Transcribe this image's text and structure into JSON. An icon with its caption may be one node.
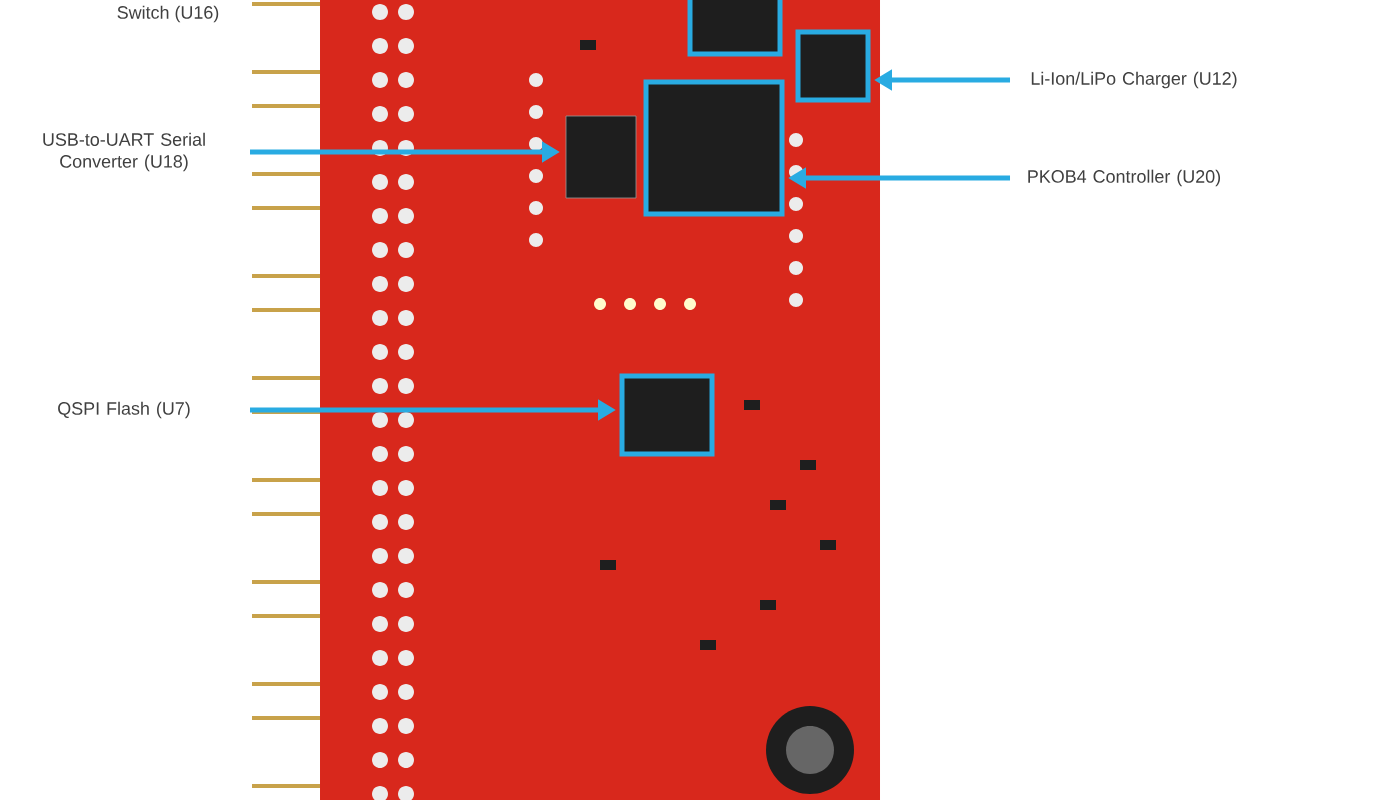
{
  "diagram": {
    "nodes": [
      {
        "text": [
          "USB-to-UART Serial Converter (U18)"
        ]
      },
      {
        "text": [
          "QSPI Flash (U7)"
        ]
      },
      {
        "text": [
          "Li-Ion/LiPo Charger (U12)"
        ]
      },
      {
        "text": [
          "PKOB4 Controller (U20)"
        ]
      },
      {
        "text": [],
        "shape": "box"
      },
      {
        "text": [],
        "shape": "box"
      },
      {
        "text": [],
        "shape": "box"
      },
      {
        "text": [],
        "shape": "box"
      }
    ],
    "edges": [
      {
        "from": 0,
        "to": 4,
        "arrow": "to"
      },
      {
        "from": 1,
        "to": 5,
        "arrow": "to"
      },
      {
        "from": 2,
        "to": 6,
        "arrow": "to"
      },
      {
        "from": 3,
        "to": 7,
        "arrow": "to"
      }
    ],
    "labels": [
      "Switch (U16)"
    ]
  }
}
